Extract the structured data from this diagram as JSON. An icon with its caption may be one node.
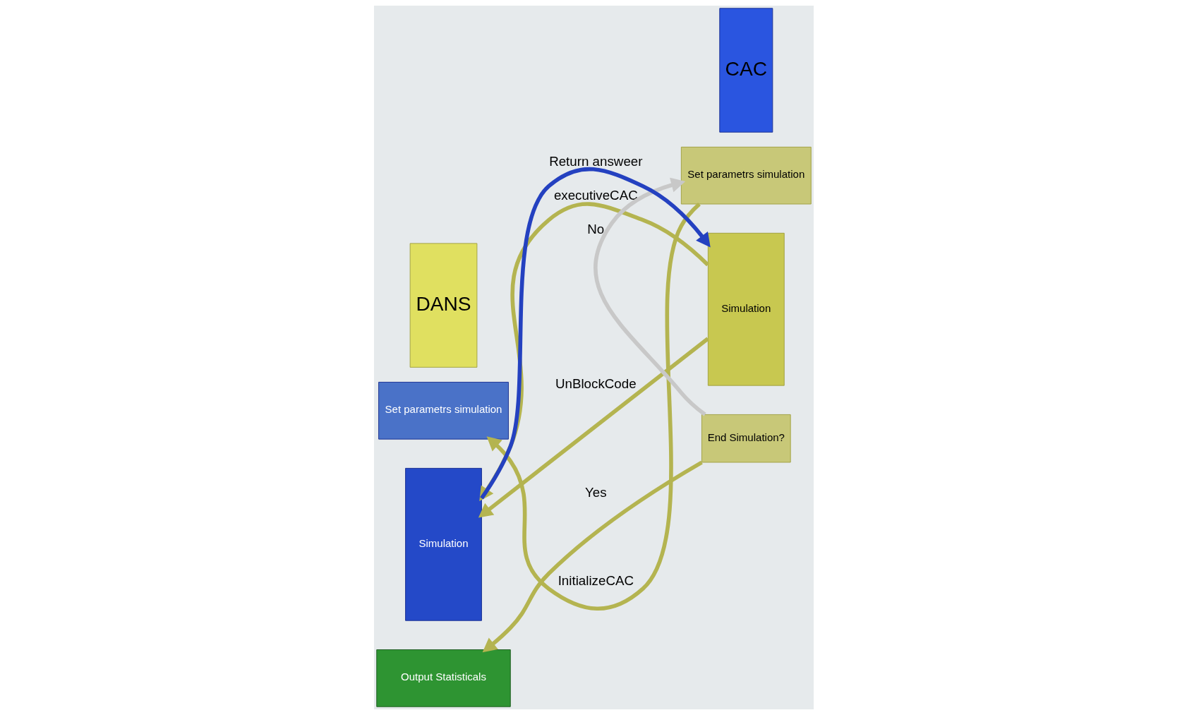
{
  "diagram": {
    "nodes": [
      {
        "text": [
          "DANS"
        ]
      },
      {
        "text": [
          "Set parametrs simulation"
        ]
      },
      {
        "text": [
          "Simulation"
        ]
      },
      {
        "text": [
          "End Simulation?"
        ]
      },
      {
        "text": [
          "Set parametrs simulation"
        ]
      },
      {
        "text": [
          "Simulation"
        ]
      },
      {
        "text": [
          "CAC"
        ]
      },
      {
        "text": [
          "Output Statisticals"
        ]
      }
    ],
    "edges": [
      {
        "from": 1,
        "to": 4,
        "arrow": "to",
        "label": "InitializeCAC"
      },
      {
        "from": 2,
        "to": 5,
        "arrow": "to",
        "label": "executiveCAC"
      },
      {
        "from": 5,
        "to": 2,
        "arrow": "to",
        "label": "Return answeer",
        "color": "#2441c0"
      },
      {
        "from": 2,
        "to": 5,
        "arrow": "to",
        "label": "UnBlockCode"
      },
      {
        "from": 3,
        "to": 7,
        "arrow": "to",
        "label": "Yes"
      },
      {
        "from": 3,
        "to": 1,
        "arrow": "to",
        "label": "No",
        "color": "#c8c8c8"
      }
    ]
  }
}
